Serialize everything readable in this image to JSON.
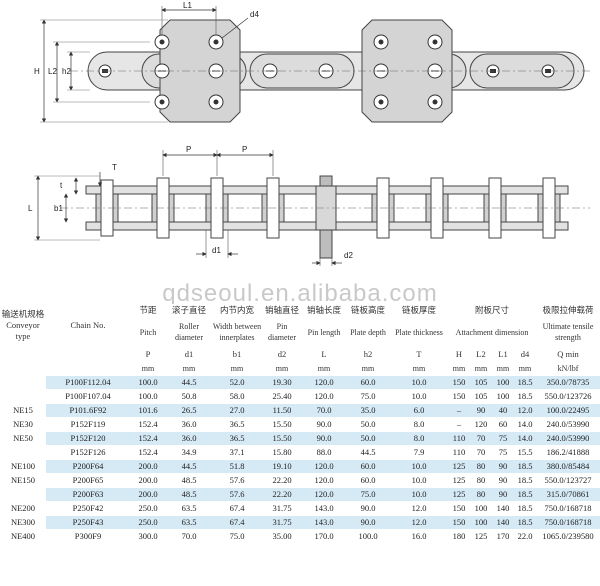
{
  "drawing": {
    "top_labels": {
      "L1": "L1",
      "d4": "d4",
      "H": "H",
      "L2": "L2",
      "h2": "h2"
    },
    "bottom_labels": {
      "P1": "P",
      "P2": "P",
      "T": "T",
      "t": "t",
      "L": "L",
      "b1": "b1",
      "d1": "d1",
      "d2": "d2"
    }
  },
  "watermark": "qdseoul.en.alibaba.com",
  "table": {
    "header_cn": [
      "输送机规格",
      "",
      "节距",
      "滚子直径",
      "内节内宽",
      "销轴直径",
      "销轴长度",
      "链板高度",
      "链板厚度",
      "附板尺寸",
      "极限拉伸载荷"
    ],
    "header_en": {
      "conveyor": "Conveyor type",
      "chain_no": "Chain No.",
      "pitch": "Pitch",
      "roller": "Roller diameter",
      "width": "Width between innerplates",
      "pin_d": "Pin diameter",
      "pin_len": "Pin length",
      "plate_depth": "Plate depth",
      "plate_thick": "Plate thickness",
      "attachment": "Attachment dimension",
      "tensile": "Ultimate tensile strength"
    },
    "symbols": [
      "P",
      "d1",
      "b1",
      "d2",
      "L",
      "h2",
      "T",
      "H",
      "L2",
      "L1",
      "d4",
      "Q min"
    ],
    "units": [
      "mm",
      "mm",
      "mm",
      "mm",
      "mm",
      "mm",
      "mm",
      "mm",
      "mm",
      "mm",
      "mm",
      "kN/lbf"
    ],
    "rows": [
      {
        "type": "",
        "chain": "P100F112.04",
        "P": "100.0",
        "d1": "44.5",
        "b1": "52.0",
        "d2": "19.30",
        "L": "120.0",
        "h2": "60.0",
        "T": "10.0",
        "H": "150",
        "L2": "105",
        "L1": "100",
        "d4": "18.5",
        "Q": "350.0/78735"
      },
      {
        "type": "",
        "chain": "P100F107.04",
        "P": "100.0",
        "d1": "50.8",
        "b1": "58.0",
        "d2": "25.40",
        "L": "120.0",
        "h2": "75.0",
        "T": "10.0",
        "H": "150",
        "L2": "105",
        "L1": "100",
        "d4": "18.5",
        "Q": "550.0/123726"
      },
      {
        "type": "NE15",
        "chain": "P101.6F92",
        "P": "101.6",
        "d1": "26.5",
        "b1": "27.0",
        "d2": "11.50",
        "L": "70.0",
        "h2": "35.0",
        "T": "6.0",
        "H": "–",
        "L2": "90",
        "L1": "40",
        "d4": "12.0",
        "Q": "100.0/22495"
      },
      {
        "type": "NE30",
        "chain": "P152F119",
        "P": "152.4",
        "d1": "36.0",
        "b1": "36.5",
        "d2": "15.50",
        "L": "90.0",
        "h2": "50.0",
        "T": "8.0",
        "H": "–",
        "L2": "120",
        "L1": "60",
        "d4": "14.0",
        "Q": "240.0/53990"
      },
      {
        "type": "NE50",
        "chain": "P152F120",
        "P": "152.4",
        "d1": "36.0",
        "b1": "36.5",
        "d2": "15.50",
        "L": "90.0",
        "h2": "50.0",
        "T": "8.0",
        "H": "110",
        "L2": "70",
        "L1": "75",
        "d4": "14.0",
        "Q": "240.0/53990"
      },
      {
        "type": "",
        "chain": "P152F126",
        "P": "152.4",
        "d1": "34.9",
        "b1": "37.1",
        "d2": "15.80",
        "L": "88.0",
        "h2": "44.5",
        "T": "7.9",
        "H": "110",
        "L2": "70",
        "L1": "75",
        "d4": "15.5",
        "Q": "186.2/41888"
      },
      {
        "type": "NE100",
        "chain": "P200F64",
        "P": "200.0",
        "d1": "44.5",
        "b1": "51.8",
        "d2": "19.10",
        "L": "120.0",
        "h2": "60.0",
        "T": "10.0",
        "H": "125",
        "L2": "80",
        "L1": "90",
        "d4": "18.5",
        "Q": "380.0/85484"
      },
      {
        "type": "NE150",
        "chain": "P200F65",
        "P": "200.0",
        "d1": "48.5",
        "b1": "57.6",
        "d2": "22.20",
        "L": "120.0",
        "h2": "60.0",
        "T": "10.0",
        "H": "125",
        "L2": "80",
        "L1": "90",
        "d4": "18.5",
        "Q": "550.0/123727"
      },
      {
        "type": "",
        "chain": "P200F63",
        "P": "200.0",
        "d1": "48.5",
        "b1": "57.6",
        "d2": "22.20",
        "L": "120.0",
        "h2": "75.0",
        "T": "10.0",
        "H": "125",
        "L2": "80",
        "L1": "90",
        "d4": "18.5",
        "Q": "315.0/70861"
      },
      {
        "type": "NE200",
        "chain": "P250F42",
        "P": "250.0",
        "d1": "63.5",
        "b1": "67.4",
        "d2": "31.75",
        "L": "143.0",
        "h2": "90.0",
        "T": "12.0",
        "H": "150",
        "L2": "100",
        "L1": "140",
        "d4": "18.5",
        "Q": "750.0/168718"
      },
      {
        "type": "NE300",
        "chain": "P250F43",
        "P": "250.0",
        "d1": "63.5",
        "b1": "67.4",
        "d2": "31.75",
        "L": "143.0",
        "h2": "90.0",
        "T": "12.0",
        "H": "150",
        "L2": "100",
        "L1": "140",
        "d4": "18.5",
        "Q": "750.0/168718"
      },
      {
        "type": "NE400",
        "chain": "P300F9",
        "P": "300.0",
        "d1": "70.0",
        "b1": "75.0",
        "d2": "35.00",
        "L": "170.0",
        "h2": "100.0",
        "T": "16.0",
        "H": "180",
        "L2": "125",
        "L1": "170",
        "d4": "22.0",
        "Q": "1065.0/239580"
      }
    ]
  }
}
